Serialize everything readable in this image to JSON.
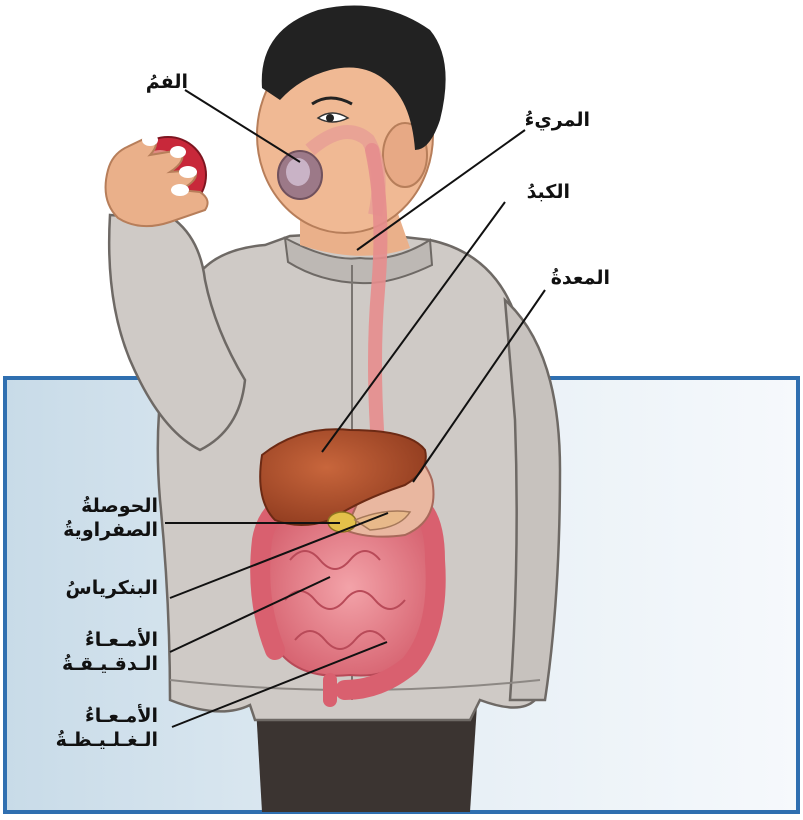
{
  "diagram": {
    "labels": {
      "mouth": "الفمُ",
      "esophagus": "المريءُ",
      "liver": "الكبدُ",
      "stomach": "المعدةُ",
      "gallbladder_line1": "الحوصلةُ",
      "gallbladder_line2": "الصفراويةُ",
      "pancreas": "البنكرياسُ",
      "small_intestine_line1": "الأمـعـاءُ",
      "small_intestine_line2": "الـدقـيـقـةُ",
      "large_intestine_line1": "الأمـعـاءُ",
      "large_intestine_line2": "الـغـلـيـظـةُ"
    },
    "colors": {
      "panel_fill": "#e3edf4",
      "panel_border": "#2f6fb0",
      "jacket": "#cfcac6",
      "skin": "#eab08a",
      "hair": "#222222",
      "liver": "#a64a2a",
      "intestine": "#e17a86",
      "pants": "#3b3431"
    }
  }
}
